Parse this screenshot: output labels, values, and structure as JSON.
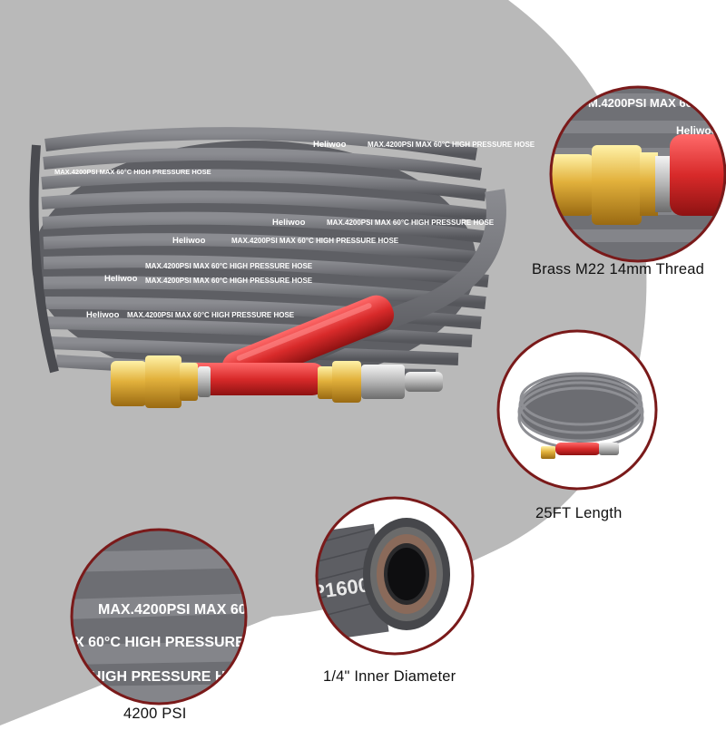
{
  "hose_print": {
    "brand": "Heliwoo",
    "spec": "MAX.4200PSI MAX 60°C HIGH PRESSURE HOSE",
    "spec_alt": "MAX.4200PSI MAX 60°C HIGH PRESSURE HOSE"
  },
  "callouts": {
    "thread": {
      "label": "Brass M22 14mm Thread",
      "print_text": "M.4200PSI MAX 60",
      "brand_text": "Heliwoo"
    },
    "length": {
      "label": "25FT Length"
    },
    "diameter": {
      "label": "1/4\" Inner Diameter",
      "print_text": "P1600"
    },
    "pressure": {
      "label": "4200 PSI",
      "line1": "MAX.4200PSI MAX 60",
      "line2": "X 60°C HIGH PRESSURE",
      "line3": "HIGH PRESSURE H"
    }
  },
  "colors": {
    "backdrop": "#b8b8b8",
    "hose": "#74757a",
    "hose_dark": "#55565b",
    "brass": "#e2b13c",
    "red_guard": "#d82a2a",
    "circle_border": "#7a1a1a"
  }
}
